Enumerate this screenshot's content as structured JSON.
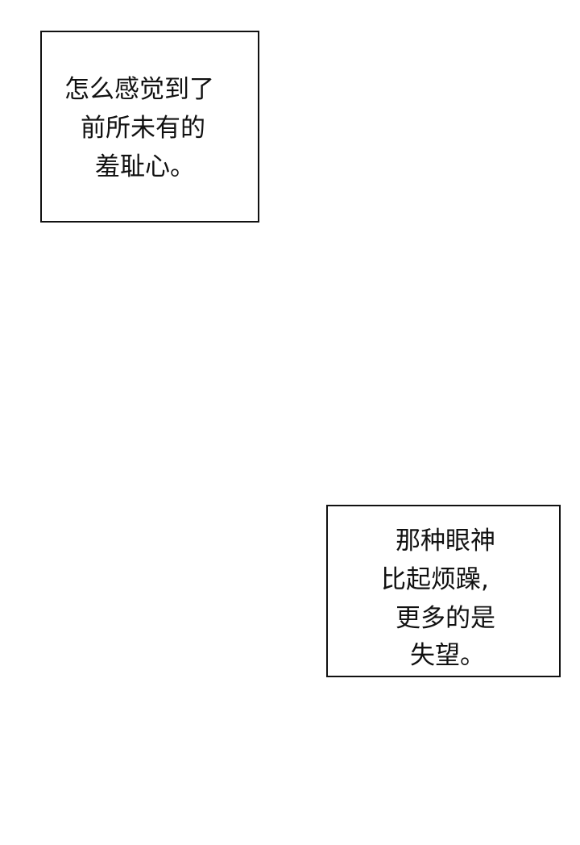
{
  "caption_1": {
    "lines": [
      "怎么感觉到了",
      "前所未有的",
      "羞耻心。"
    ]
  },
  "caption_2": {
    "lines": [
      "那种眼神",
      "比起烦躁,",
      "更多的是",
      "失望。"
    ]
  }
}
